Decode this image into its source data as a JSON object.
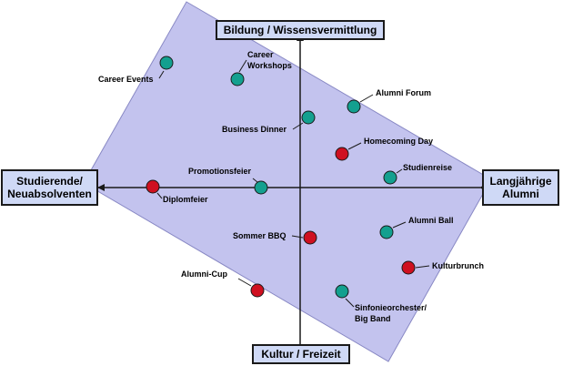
{
  "axes": {
    "top": "Bildung / Wissensvermittlung",
    "bottom": "Kultur / Freizeit",
    "left": [
      "Studierende/",
      "Neuabsolventen"
    ],
    "right": [
      "Langjährige",
      "Alumni"
    ]
  },
  "colors": {
    "region_fill": "#c3c3ee",
    "region_stroke": "#8888c4",
    "box_fill": "#cfd9f6",
    "teal": "#13a08f",
    "red": "#cf1020",
    "axis": "#1a1a1a"
  },
  "items": [
    {
      "label": [
        "Career Events"
      ],
      "color": "teal"
    },
    {
      "label": [
        "Career",
        "Workshops"
      ],
      "color": "teal"
    },
    {
      "label": [
        "Alumni Forum"
      ],
      "color": "teal"
    },
    {
      "label": [
        "Business Dinner"
      ],
      "color": "teal"
    },
    {
      "label": [
        "Homecoming Day"
      ],
      "color": "red"
    },
    {
      "label": [
        "Studienreise"
      ],
      "color": "teal"
    },
    {
      "label": [
        "Promotionsfeier"
      ],
      "color": "teal"
    },
    {
      "label": [
        "Diplomfeier"
      ],
      "color": "red"
    },
    {
      "label": [
        "Alumni Ball"
      ],
      "color": "teal"
    },
    {
      "label": [
        "Sommer BBQ"
      ],
      "color": "red"
    },
    {
      "label": [
        "Kulturbrunch"
      ],
      "color": "red"
    },
    {
      "label": [
        "Alumni-Cup"
      ],
      "color": "red"
    },
    {
      "label": [
        "Sinfonieorchester/",
        "Big Band"
      ],
      "color": "teal"
    }
  ]
}
